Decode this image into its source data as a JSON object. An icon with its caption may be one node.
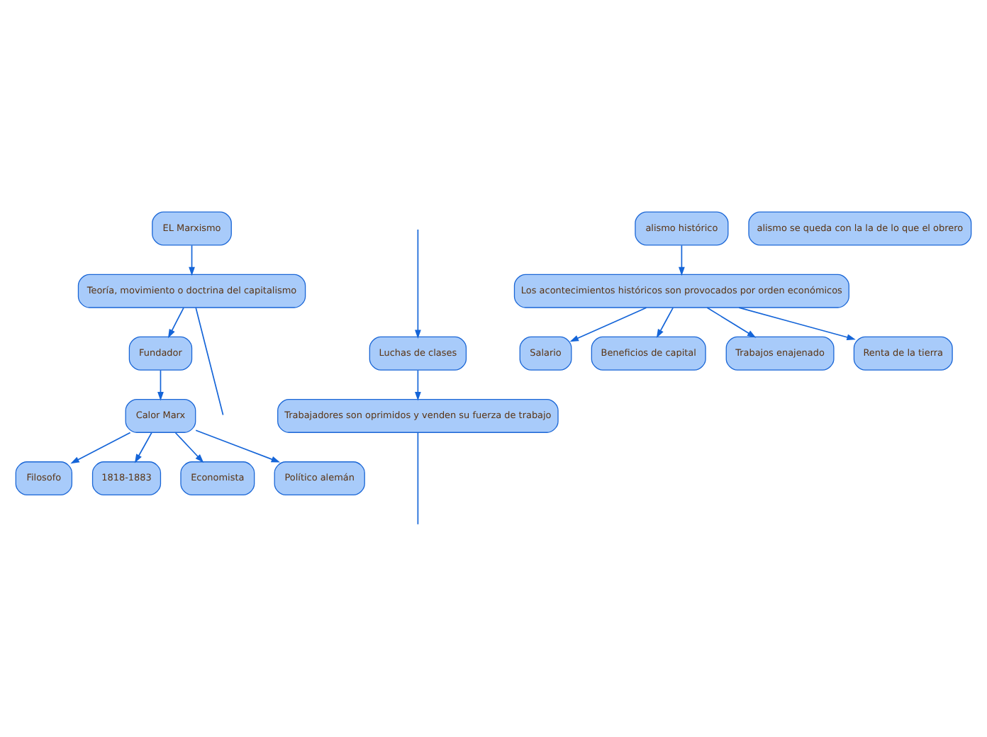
{
  "diagram": {
    "nodes": [
      {
        "text": [
          "EL Marxismo"
        ]
      },
      {
        "text": [
          "Teoría, movimiento o doctrina del capitalismo"
        ]
      },
      {
        "text": [
          "Fundador"
        ]
      },
      {
        "text": [
          "Luchas de clases"
        ]
      },
      {
        "text": [
          "Trabajadores son oprimidos y venden su fuerza de trabajo"
        ]
      },
      {
        "text": [
          "alismo histórico"
        ]
      },
      {
        "text": [
          "Los acontecimientos históricos son provocados por orden económicos"
        ]
      },
      {
        "text": [
          "Calor Marx"
        ]
      },
      {
        "text": [
          "Filosofo"
        ]
      },
      {
        "text": [
          "1818-1883"
        ]
      },
      {
        "text": [
          "Salario"
        ]
      },
      {
        "text": [
          "Beneficios de capital"
        ]
      },
      {
        "text": [
          "Trabajos enajenado"
        ]
      },
      {
        "text": [
          "alismo se queda con la la de lo que el obrero"
        ]
      },
      {
        "text": [
          "Economista"
        ]
      },
      {
        "text": [
          "Renta de la tierra"
        ]
      },
      {
        "text": [
          "Político alemán"
        ]
      }
    ],
    "edges": [
      {
        "from": 0,
        "to": 1,
        "arrow": "to"
      },
      {
        "from": 1,
        "to": null,
        "arrow": "none"
      },
      {
        "from": 1,
        "to": 2,
        "arrow": "to"
      },
      {
        "from": null,
        "to": 3,
        "arrow": "to"
      },
      {
        "from": 3,
        "to": 4,
        "arrow": "to"
      },
      {
        "from": 2,
        "to": 7,
        "arrow": "to"
      },
      {
        "from": 5,
        "to": 6,
        "arrow": "to"
      },
      {
        "from": 7,
        "to": 8,
        "arrow": "to"
      },
      {
        "from": 7,
        "to": 9,
        "arrow": "to"
      },
      {
        "from": 4,
        "to": null,
        "arrow": "none"
      },
      {
        "from": 6,
        "to": 10,
        "arrow": "to"
      },
      {
        "from": 6,
        "to": 11,
        "arrow": "to"
      },
      {
        "from": 6,
        "to": 12,
        "arrow": "to"
      },
      {
        "from": 6,
        "to": 15,
        "arrow": "to"
      },
      {
        "from": 7,
        "to": 14,
        "arrow": "to"
      },
      {
        "from": 7,
        "to": 16,
        "arrow": "to"
      }
    ]
  }
}
